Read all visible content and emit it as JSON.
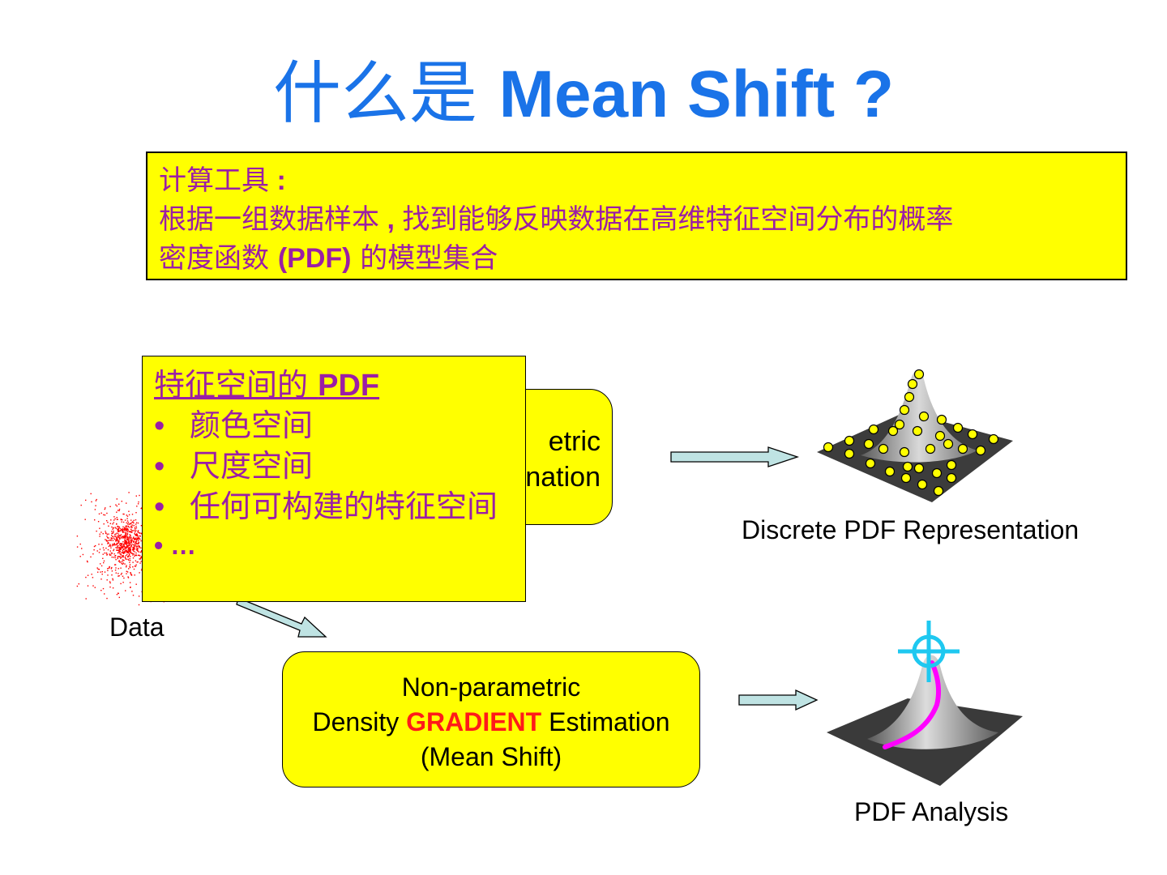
{
  "title": {
    "cn": "什么是 ",
    "en": "Mean Shift ?"
  },
  "definition": {
    "line1_cn": "计算工具",
    "line1_colon": " :",
    "line2_a": "根据一组数据样本",
    "line2_comma": " , ",
    "line2_b": "找到能够反映数据在高维特征空间分布的概率",
    "line3_a": "密度函数 ",
    "line3_pdf": "(PDF)",
    "line3_b": " 的模型集合"
  },
  "back_box": {
    "line1": "etric",
    "line2": "nation"
  },
  "feature_box": {
    "heading_cn": "特征空间的 ",
    "heading_pdf": "PDF",
    "items": [
      "颜色空间",
      "尺度空间",
      "任何可构建的特征空间"
    ],
    "more": "• …",
    "bullet": "•"
  },
  "gradient_box": {
    "line1": "Non-parametric",
    "line2_a": "Density ",
    "line2_red": "GRADIENT",
    "line2_b": " Estimation",
    "line3": "(Mean Shift)"
  },
  "labels": {
    "data": "Data",
    "discrete": "Discrete PDF Representation",
    "analysis": "PDF Analysis"
  },
  "colors": {
    "title_blue": "#1a73e8",
    "box_yellow": "#ffff00",
    "text_purple": "#9b1fa5",
    "gradient_red": "#ff1a1a",
    "arrow_fill": "#bfe3e3",
    "data_points_red": "#ff0000",
    "target_cyan": "#1ec8f0",
    "path_magenta": "#ff00ff"
  }
}
